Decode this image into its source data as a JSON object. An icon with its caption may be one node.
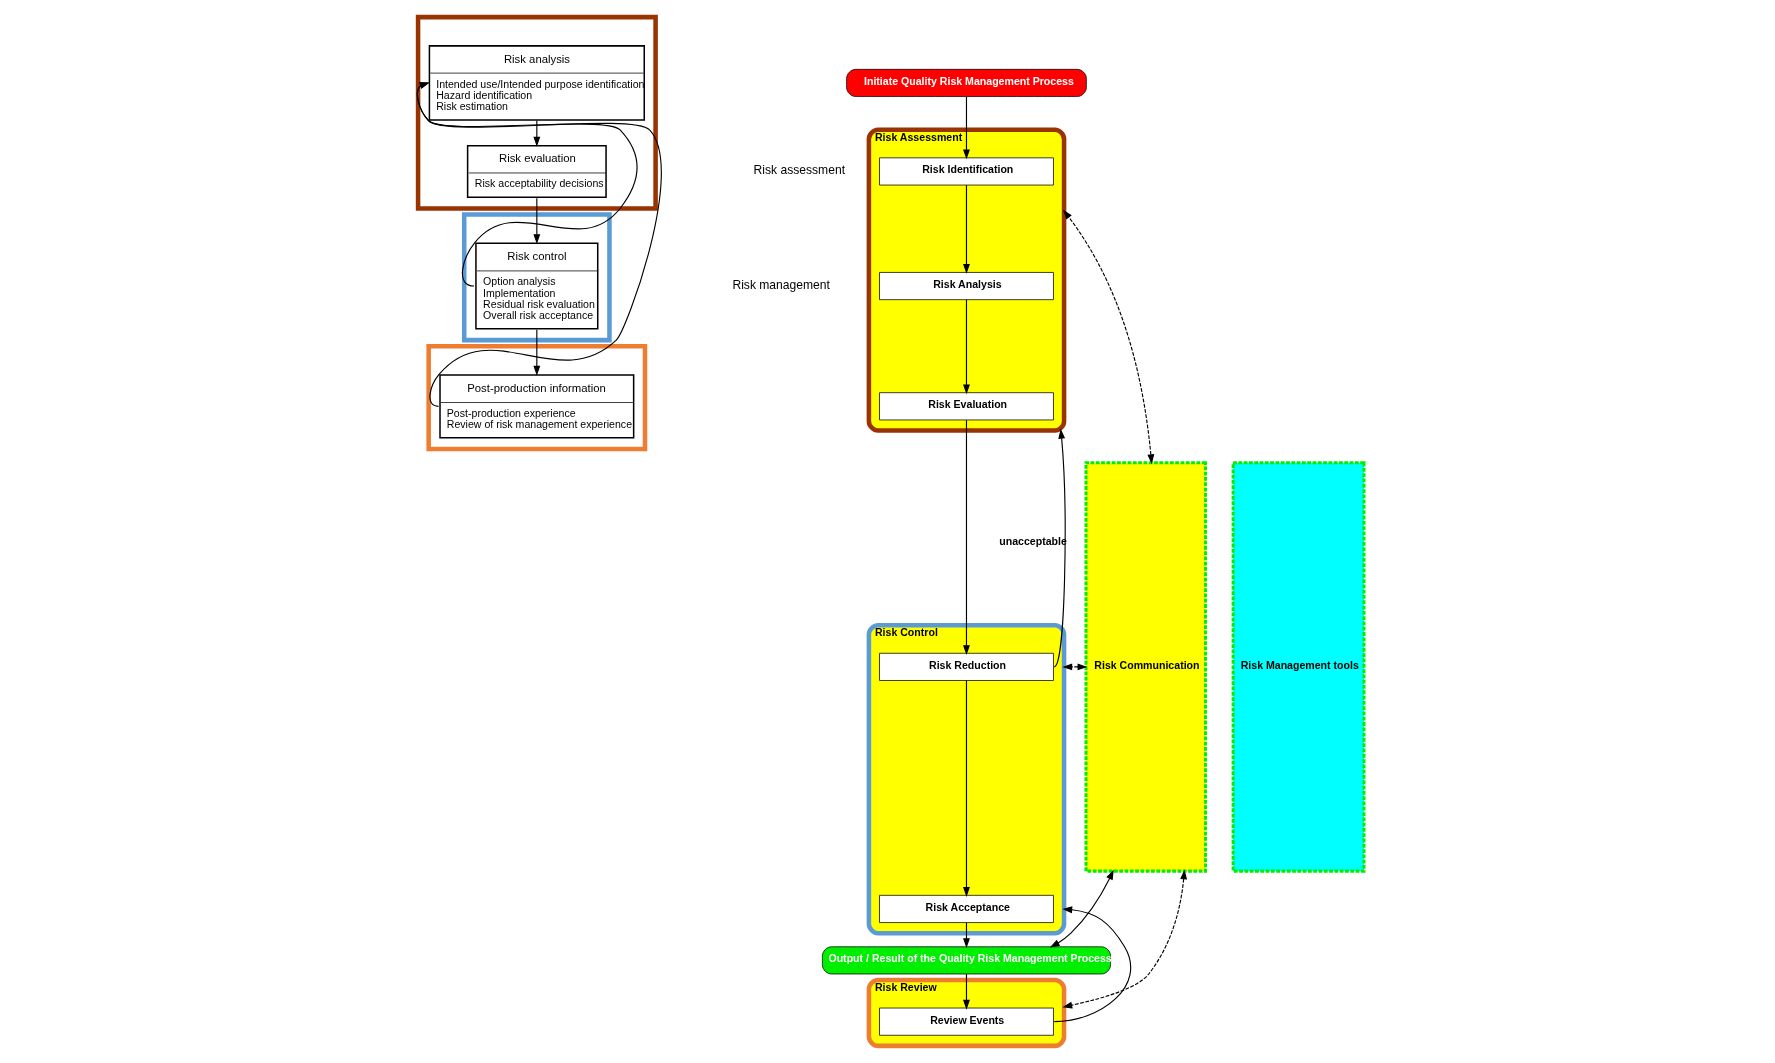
{
  "diagram": {
    "nodes": [
      {
        "text": [],
        "shape": "box"
      },
      {
        "text": [
          "Risk analysis",
          "Intended use/Intended purpose identification",
          "Hazard identification",
          "Risk estimation"
        ],
        "in": 0
      },
      {
        "text": [
          "Risk evaluation",
          "Risk acceptability decisions"
        ],
        "in": 0
      },
      {
        "text": [],
        "shape": "box"
      },
      {
        "text": [
          "Risk control",
          "Option analysis",
          "Implementation",
          "Residual risk evaluation",
          "Overall risk acceptance"
        ],
        "in": 3
      },
      {
        "text": [],
        "shape": "box"
      },
      {
        "text": [
          "Post-production information",
          "Post-production experience",
          "Review of risk management experience"
        ],
        "in": 5
      },
      {
        "text": [
          "Initiate Quality Risk Management Process"
        ]
      },
      {
        "text": [
          "Risk Communication"
        ]
      },
      {
        "text": [
          "Risk Assessment"
        ]
      },
      {
        "text": [
          "Risk Identification"
        ],
        "in": 9
      },
      {
        "text": [
          "Risk Analysis"
        ],
        "in": 9
      },
      {
        "text": [
          "Risk Evaluation"
        ],
        "in": 9
      },
      {
        "text": [
          "Risk Control"
        ]
      },
      {
        "text": [
          "Risk Reduction"
        ],
        "in": 13
      },
      {
        "text": [
          "Risk Acceptance"
        ],
        "in": 13
      },
      {
        "text": [
          "Output / Result of the Quality Risk Management Process"
        ]
      },
      {
        "text": [
          "Risk Review"
        ]
      },
      {
        "text": [
          "Review Events"
        ],
        "in": 17
      },
      {
        "text": [
          "Risk Management tools"
        ]
      }
    ],
    "edges": [
      {
        "from": 1,
        "to": 2,
        "arrow": "to"
      },
      {
        "from": 2,
        "to": 4,
        "arrow": "to"
      },
      {
        "from": 4,
        "to": 6,
        "arrow": "to"
      },
      {
        "from": 4,
        "to": 1,
        "arrow": "to"
      },
      {
        "from": 6,
        "to": 1,
        "arrow": "to"
      },
      {
        "from": 7,
        "to": 10,
        "arrow": "to"
      },
      {
        "from": 10,
        "to": 11,
        "arrow": "to"
      },
      {
        "from": 11,
        "to": 12,
        "arrow": "to"
      },
      {
        "from": 12,
        "to": 14,
        "arrow": "to"
      },
      {
        "from": 14,
        "to": 15,
        "arrow": "to"
      },
      {
        "from": 15,
        "to": 16,
        "arrow": "to"
      },
      {
        "from": 16,
        "to": 18,
        "arrow": "to"
      },
      {
        "from": 14,
        "to": 9,
        "arrow": "to",
        "label": "unacceptable"
      },
      {
        "from": 18,
        "to": 13,
        "arrow": "to"
      },
      {
        "from": 8,
        "to": 9,
        "arrow": "both",
        "style": "dashed"
      },
      {
        "from": 8,
        "to": 13,
        "arrow": "both",
        "style": "dashed"
      },
      {
        "from": 8,
        "to": 16,
        "arrow": "both"
      },
      {
        "from": 8,
        "to": 17,
        "arrow": "both",
        "style": "dashed"
      }
    ],
    "labels": [
      "Risk assessment",
      "Risk management"
    ]
  }
}
